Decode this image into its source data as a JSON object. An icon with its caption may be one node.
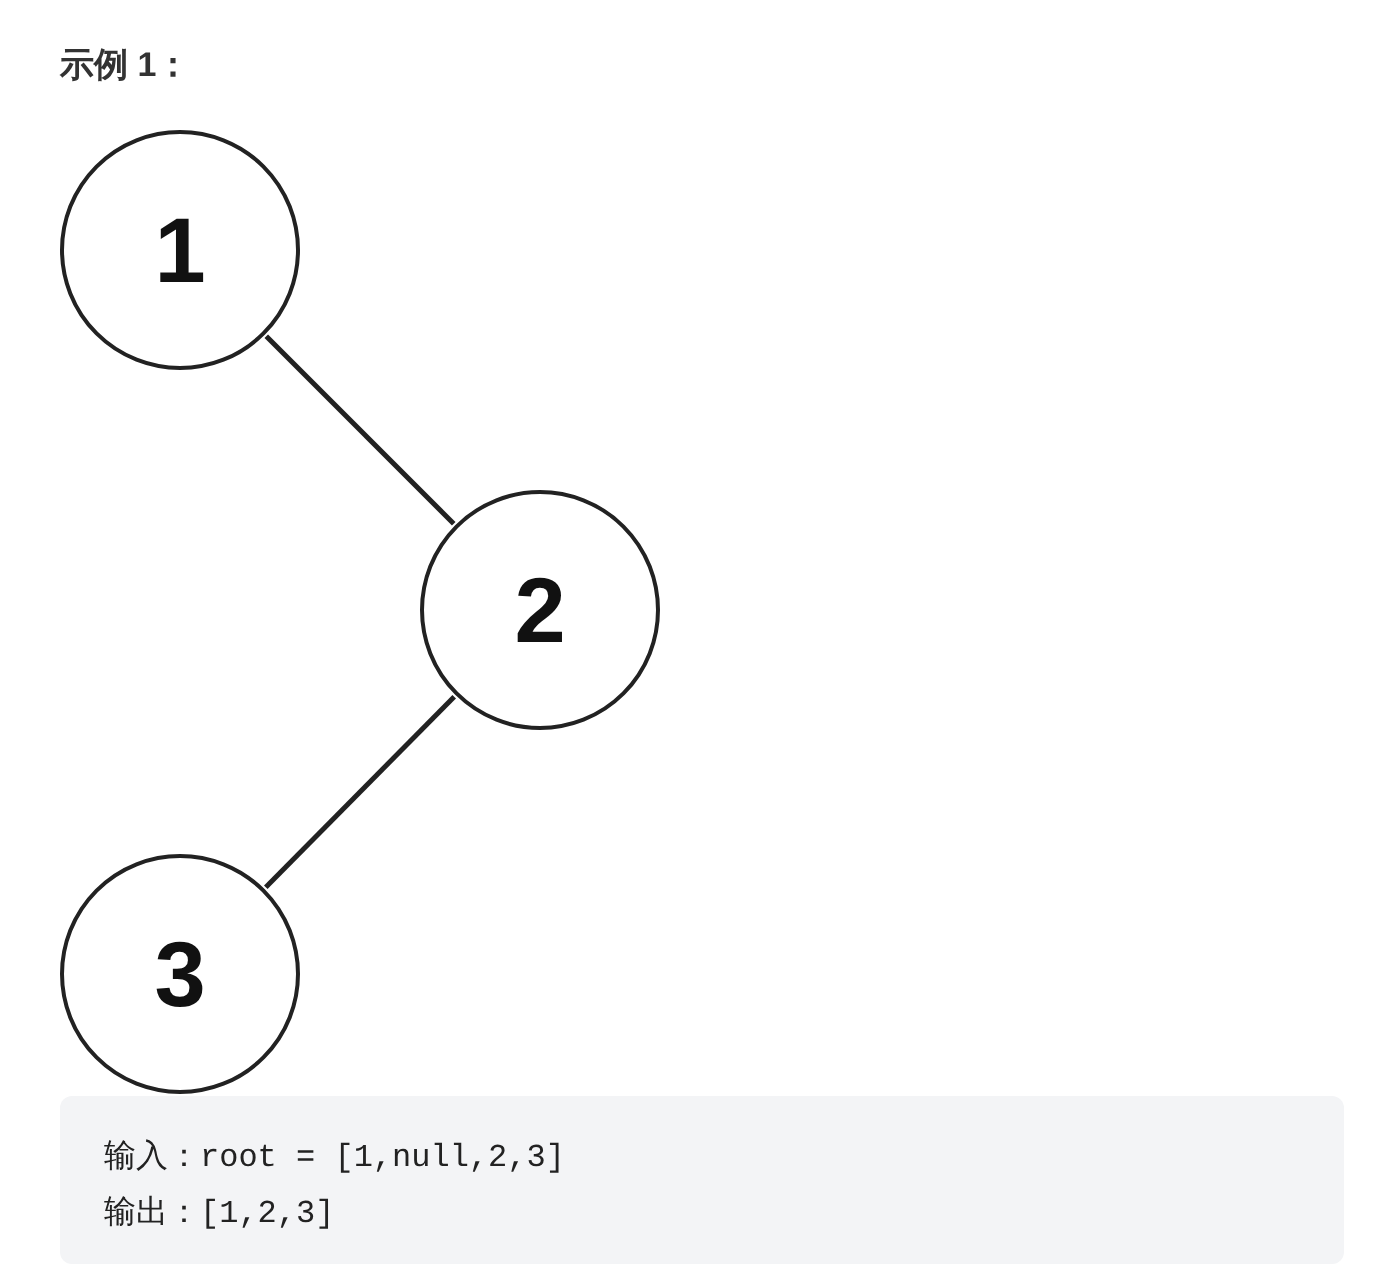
{
  "diagram": {
    "title": "示例 1：",
    "nodes": [
      {
        "text": [
          "1"
        ]
      },
      {
        "text": [
          "2"
        ]
      },
      {
        "text": [
          "3"
        ]
      }
    ],
    "edges": [
      {
        "from": 0,
        "to": 1,
        "arrow": "none"
      },
      {
        "from": 1,
        "to": 2,
        "arrow": "none"
      }
    ],
    "labels": [
      "输入：root = [1,null,2,3]",
      "输出：[1,2,3]"
    ]
  }
}
